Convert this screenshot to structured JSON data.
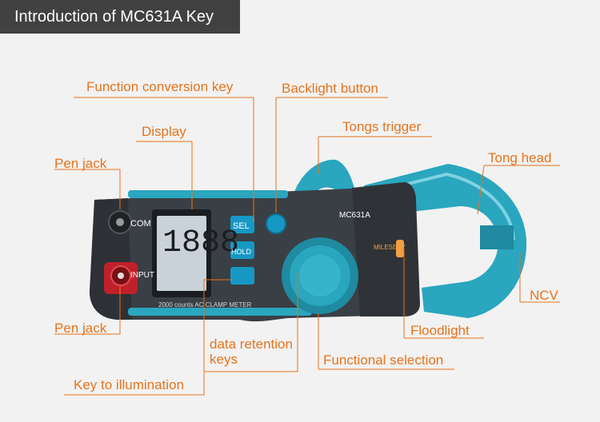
{
  "title": "Introduction of MC631A Key",
  "labels": {
    "function_conversion_key": "Function conversion key",
    "backlight_button": "Backlight button",
    "display": "Display",
    "tongs_trigger": "Tongs trigger",
    "pen_jack_top": "Pen jack",
    "tong_head": "Tong head",
    "ncv": "NCV",
    "pen_jack_bottom": "Pen jack",
    "floodlight": "Floodlight",
    "data_retention_line1": "data retention",
    "data_retention_line2": "keys",
    "functional_selection": "Functional selection",
    "key_to_illumination": "Key to illumination"
  },
  "device": {
    "model": "MC631A",
    "display_digits": "1888",
    "counts_text": "2000 counts AC CLAMP METER",
    "jack_com": "COM",
    "jack_input": "INPUT",
    "button_sel": "SEL",
    "button_hold": "HOLD",
    "brand": "MILESEEY"
  },
  "colors": {
    "accent": "#e8731c",
    "title_bg": "#414141",
    "teal": "#2aa6bf",
    "body": "#3a3f45"
  }
}
